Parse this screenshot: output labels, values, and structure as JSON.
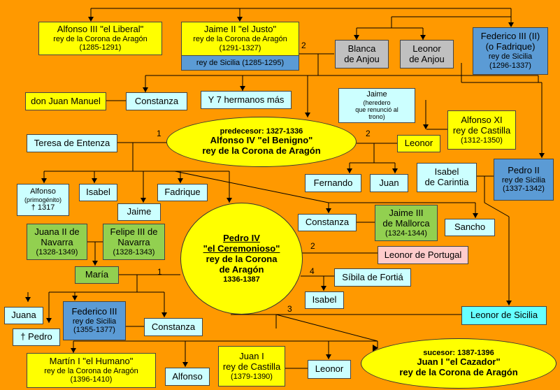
{
  "persons": {
    "alfonso3": {
      "name": "Alfonso III \"el Liberal\"",
      "title": "rey de la Corona de Aragón",
      "years": "(1285-1291)"
    },
    "jaime2": {
      "name": "Jaime II \"el Justo\"",
      "title": "rey de la Corona de Aragón",
      "years": "(1291-1327)",
      "sicily": "rey  de Sicilia (1285-1295)"
    },
    "blanca": {
      "name": "Blanca\nde Anjou"
    },
    "leonor_anjou": {
      "name": "Leonor\nde Anjou"
    },
    "federico3": {
      "name": "Federico III (II)\n(o Fadrique)",
      "title": "rey de Sicilia",
      "years": "(1296-1337)"
    },
    "juan_manuel": {
      "name": "don Juan Manuel"
    },
    "constanza1": {
      "name": "Constanza"
    },
    "hermanos": {
      "name": "Y 7 hermanos más"
    },
    "jaime_heredero": {
      "name": "Jaime",
      "note": "(heredero\nque renunció al\ntrono)"
    },
    "alfonso11": {
      "name": "Alfonso XI\nrey de Castilla",
      "years": "(1312-1350)"
    },
    "teresa": {
      "name": "Teresa de Entenza"
    },
    "alfonso4": {
      "pre": "predecesor: 1327-1336",
      "name": "Alfonso IV \"el Benigno\"",
      "title": "rey de la Corona de Aragón"
    },
    "leonor_castilla": {
      "name": "Leonor"
    },
    "fernando": {
      "name": "Fernando"
    },
    "juan": {
      "name": "Juan"
    },
    "isabel_carintia": {
      "name": "Isabel\nde Carintia"
    },
    "pedro2": {
      "name": "Pedro II",
      "title": "rey de Sicilia",
      "years": "(1337-1342)"
    },
    "alfonso_primo": {
      "name": "Alfonso",
      "note": "(primogénito)",
      "died": "† 1317"
    },
    "isabel1": {
      "name": "Isabel"
    },
    "fadrique": {
      "name": "Fadrique"
    },
    "jaime_hijo": {
      "name": "Jaime"
    },
    "constanza2": {
      "name": "Constanza"
    },
    "jaime3": {
      "name": "Jaime III\nde Mallorca",
      "years": "(1324-1344)"
    },
    "sancho": {
      "name": "Sancho"
    },
    "juana2": {
      "name": "Juana II de\nNavarra",
      "years": "(1328-1349)"
    },
    "felipe3": {
      "name": "Felipe III de\nNavarra",
      "years": "(1328-1343)"
    },
    "pedro4": {
      "name": "Pedro IV",
      "epithet": "\"el Ceremonioso\"",
      "title": "rey de la Corona\nde Aragón",
      "years": "1336-1387"
    },
    "leonor_portugal": {
      "name": "Leonor de Portugal"
    },
    "maria": {
      "name": "María"
    },
    "sibila": {
      "name": "Síbila de Fortiá"
    },
    "isabel2": {
      "name": "Isabel"
    },
    "juana": {
      "name": "Juana"
    },
    "pedro_hijo": {
      "name": "† Pedro"
    },
    "federico3_sic": {
      "name": "Federico III",
      "title": "rey de Sicilia",
      "years": "(1355-1377)"
    },
    "constanza3": {
      "name": "Constanza"
    },
    "leonor_sicilia": {
      "name": "Leonor de Sicilia"
    },
    "martin1": {
      "name": "Martín I \"el Humano\"",
      "title": "rey de la Corona de Aragón",
      "years": "(1396-1410)"
    },
    "alfonso_h": {
      "name": "Alfonso"
    },
    "juan1_castilla": {
      "name": "Juan I\nrey de Castilla",
      "years": "(1379-1390)"
    },
    "leonor2": {
      "name": "Leonor"
    },
    "juan1": {
      "pre": "sucesor: 1387-1396",
      "name": "Juan I \"el Cazador\"",
      "title": "rey de la Corona de Aragón"
    }
  },
  "marriage_numbers": {
    "n_jaime2": "2",
    "n_alf4_1": "1",
    "n_alf4_2": "2",
    "n_ped4_1": "1",
    "n_ped4_2": "2",
    "n_ped4_3": "3",
    "n_ped4_4": "4"
  }
}
